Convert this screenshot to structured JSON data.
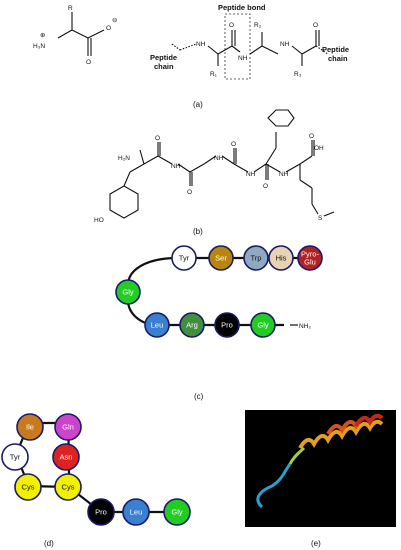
{
  "panels": {
    "a": {
      "label": "(a)",
      "amino_acid": {
        "r": "R",
        "h3n": "H₃N",
        "charge_plus": "⊕",
        "charge_minus": "⊖",
        "o": "O"
      },
      "peptide": {
        "bond_label": "Peptide bond",
        "r1": "R₁",
        "r2": "R₂",
        "r3": "R₃",
        "nh_left": "NH",
        "nh_mid": "NH",
        "nh_right": "NH",
        "o1": "O",
        "o2": "O",
        "chain_left": [
          "Peptide",
          "chain"
        ],
        "chain_right": [
          "Peptide",
          "chain"
        ]
      }
    },
    "b": {
      "label": "(b)",
      "atoms": {
        "h2n": "H₂N",
        "ho": "HO",
        "oh": "OH",
        "s": "S",
        "o": "O",
        "nh": "NH"
      }
    },
    "c": {
      "label": "(c)",
      "top_row": [
        "Tyr",
        "Ser",
        "Trp",
        "His",
        "Pyro-Glu"
      ],
      "middle": "Gly",
      "bottom_row": [
        "Leu",
        "Arg",
        "Pro",
        "Gly"
      ],
      "terminus": "NH₂",
      "colors": {
        "Tyr": "#ffffff",
        "Ser": "#b8860b",
        "Trp": "#8fa9c0",
        "His": "#e8d4b4",
        "Pyro-Glu": "#b22222",
        "Gly": "#22cc22",
        "Leu": "#3a7fd0",
        "Arg": "#3f8f3f",
        "Pro": "#000000"
      }
    },
    "d": {
      "label": "(d)",
      "ring": [
        "Ile",
        "Gln",
        "Asn",
        "Cys",
        "Cys",
        "Tyr"
      ],
      "tail": [
        "Pro",
        "Leu",
        "Gly"
      ],
      "colors": {
        "Ile": "#c77a1e",
        "Gln": "#cc44cc",
        "Asn": "#dd2222",
        "Cys": "#f0f000",
        "Tyr": "#ffffff",
        "Pro": "#000000",
        "Leu": "#3a7fd0",
        "Gly": "#22cc22"
      }
    },
    "e": {
      "label": "(e)"
    }
  }
}
